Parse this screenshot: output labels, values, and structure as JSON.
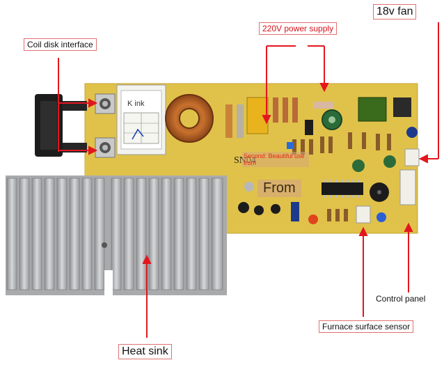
{
  "labels": {
    "coil_disk_interface": "Coil disk interface",
    "power_supply": "220V power supply",
    "fan": "18v fan",
    "control_panel": "Control panel",
    "furnace_sensor": "Furnace surface sensor",
    "heat_sink": "Heat sink"
  },
  "board_text": {
    "model": "SN04",
    "overlay_second": "Second: Beautiful use from",
    "overlay_from": "From",
    "transformer_brand": "K ink"
  },
  "colors": {
    "board": "#e2c64c",
    "arrow": "#e3161e",
    "heatsink": "#b7b9bb"
  }
}
